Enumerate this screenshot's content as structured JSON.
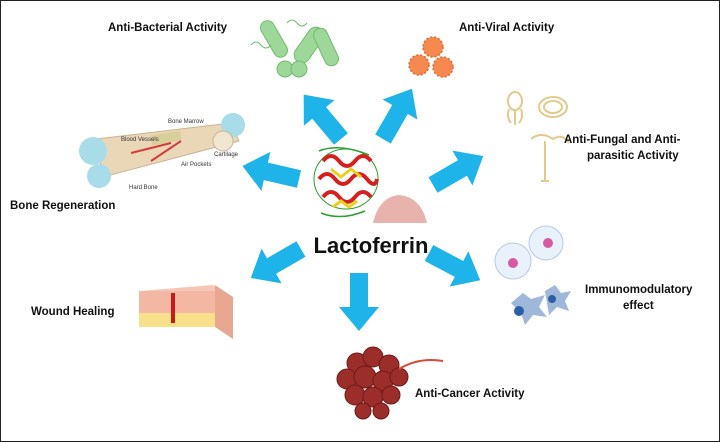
{
  "center": {
    "label": "Lactoferrin"
  },
  "activities": {
    "anti_bacterial": "Anti-Bacterial Activity",
    "anti_viral": "Anti-Viral Activity",
    "anti_fungal_line1": "Anti-Fungal and Anti-",
    "anti_fungal_line2": "parasitic Activity",
    "bone": "Bone Regeneration",
    "immuno_line1": "Immunomodulatory",
    "immuno_line2": "effect",
    "wound": "Wound Healing",
    "cancer": "Anti-Cancer Activity"
  },
  "bone_labels": {
    "bone_marrow": "Bone Marrow",
    "blood_vessels": "Blood Vessels",
    "cartilage": "Cartilage",
    "air_pockets": "Air Pockets",
    "hard_bone": "Hard Bone"
  },
  "colors": {
    "arrow": "#1eb4ea",
    "bacteria": "#9ed79a",
    "virus": "#f5894f",
    "cancer": "#9b2e2a"
  }
}
